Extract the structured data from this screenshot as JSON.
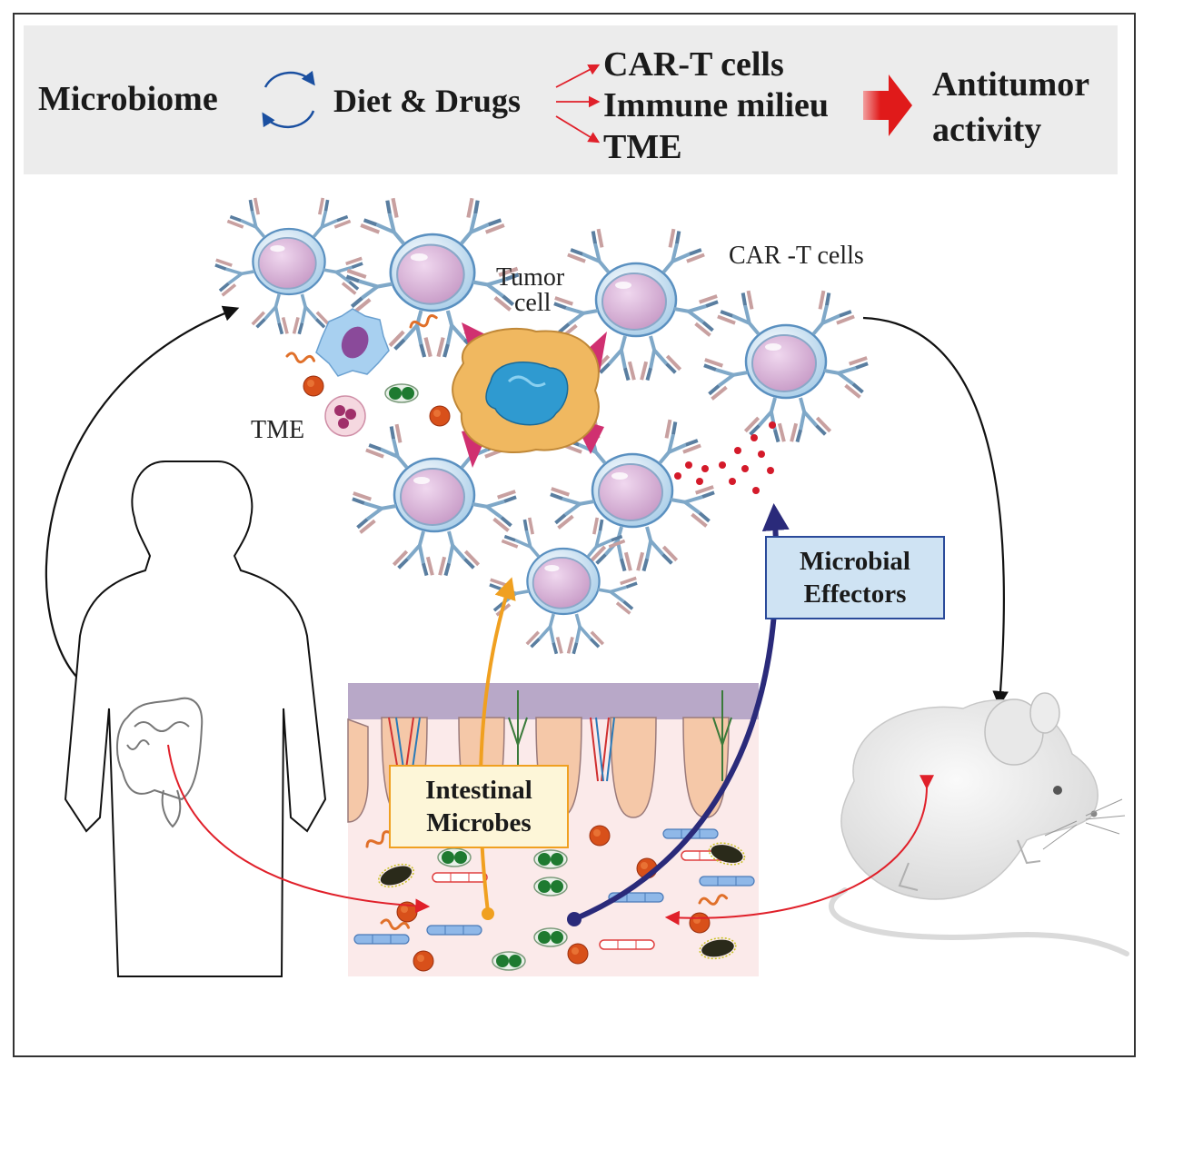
{
  "header": {
    "microbiome": "Microbiome",
    "diet_drugs": "Diet & Drugs",
    "outcomes": [
      "CAR-T cells",
      "Immune milieu",
      "TME"
    ],
    "result_line1": "Antitumor",
    "result_line2": "activity"
  },
  "labels": {
    "tumor_cell_line1": "Tumor",
    "tumor_cell_line2": "cell",
    "car_t_cells": "CAR -T cells",
    "tme": "TME"
  },
  "boxes": {
    "microbial_effectors_line1": "Microbial",
    "microbial_effectors_line2": "Effectors",
    "intestinal_microbes_line1": "Intestinal",
    "intestinal_microbes_line2": "Microbes"
  },
  "colors": {
    "header_bg": "#ececec",
    "arrow_red": "#e0202a",
    "arrow_orange": "#f0a020",
    "arrow_navy": "#2a2a7a",
    "effectors_box": "#cfe3f3",
    "microbes_box": "#fdf6d8",
    "car_t_nucleus": "#d8b4d8",
    "tumor_cytoplasm": "#f0b860",
    "tumor_nucleus": "#2f9ad0"
  },
  "icons": [
    "cycle-arrows-icon",
    "red-block-arrow-icon",
    "car-t-cell-icon",
    "tumor-cell-icon",
    "human-silhouette-icon",
    "intestine-icon",
    "mouse-icon",
    "microbe-icon"
  ]
}
